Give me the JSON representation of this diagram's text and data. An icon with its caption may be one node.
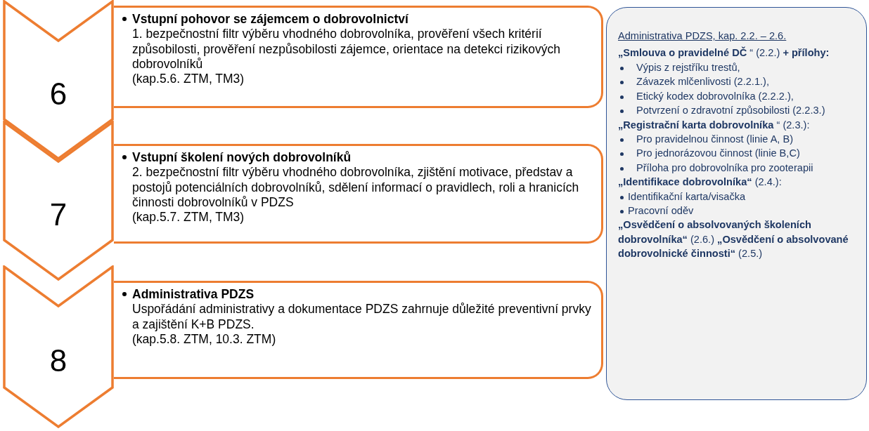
{
  "diagram": {
    "nodes": [
      {
        "text": [
          "6"
        ]
      },
      {
        "text": [
          "Vstupní pohovor se zájemcem o dobrovolnictví",
          "1. bezpečnostní filtr výběru vhodného dobrovolníka, prověření všech kritérií způsobilosti, prověření nezpůsobilosti zájemce, orientace na detekci rizikových dobrovolníků",
          "(kap.5.6. ZTM, TM3)"
        ]
      },
      {
        "text": [
          "7"
        ]
      },
      {
        "text": [
          "Vstupní školení nových dobrovolníků",
          "2. bezpečnostní filtr výběru vhodného dobrovolníka, zjištění motivace, představ a postojů potenciálních dobrovolníků, sdělení informací o pravidlech, roli a hranicích činnosti dobrovolníků v PDZS",
          "(kap.5.7. ZTM, TM3)"
        ]
      },
      {
        "text": [
          "8"
        ]
      },
      {
        "text": [
          "Administrativa PDZS",
          "Uspořádání administrativy a dokumentace PDZS zahrnuje důležité preventivní prvky a zajištění K+B PDZS.",
          "(kap.5.8. ZTM, 10.3. ZTM)"
        ]
      },
      {
        "text": [
          "Administrativa PDZS, kap. 2.2. – 2.6.",
          "**„Smlouva o pravidelné DČ** “ (2.2.) **+ přílohy:**",
          "Výpis z rejstříku trestů,",
          "Závazek mlčenlivosti (2.2.1.),",
          "Etický kodex dobrovolníka (2.2.2.),",
          "Potvrzení o zdravotní způsobilosti (2.2.3.)",
          "**„Registrační karta dobrovolníka** “ (2.3.):",
          "Pro pravidelnou činnost (linie A, B)",
          "Pro jednorázovou činnost (linie B,C)",
          "Příloha pro dobrovolníka pro zooterapii",
          "**„Identifikace dobrovolníka“** (2.4.):",
          "Identifikační karta/visačka",
          "Pracovní oděv",
          "**„Osvědčení o absolvovaných školeních dobrovolníka“** (2.6.) **„Osvědčení o absolvované dobrovolnické činnosti“** (2.5.)"
        ]
      }
    ],
    "edges": []
  }
}
